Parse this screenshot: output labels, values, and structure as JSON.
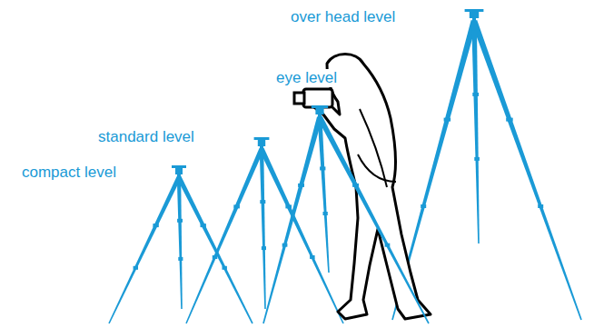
{
  "diagram": {
    "labels": [
      "compact level",
      "standard level",
      "eye level",
      "over head level"
    ]
  }
}
